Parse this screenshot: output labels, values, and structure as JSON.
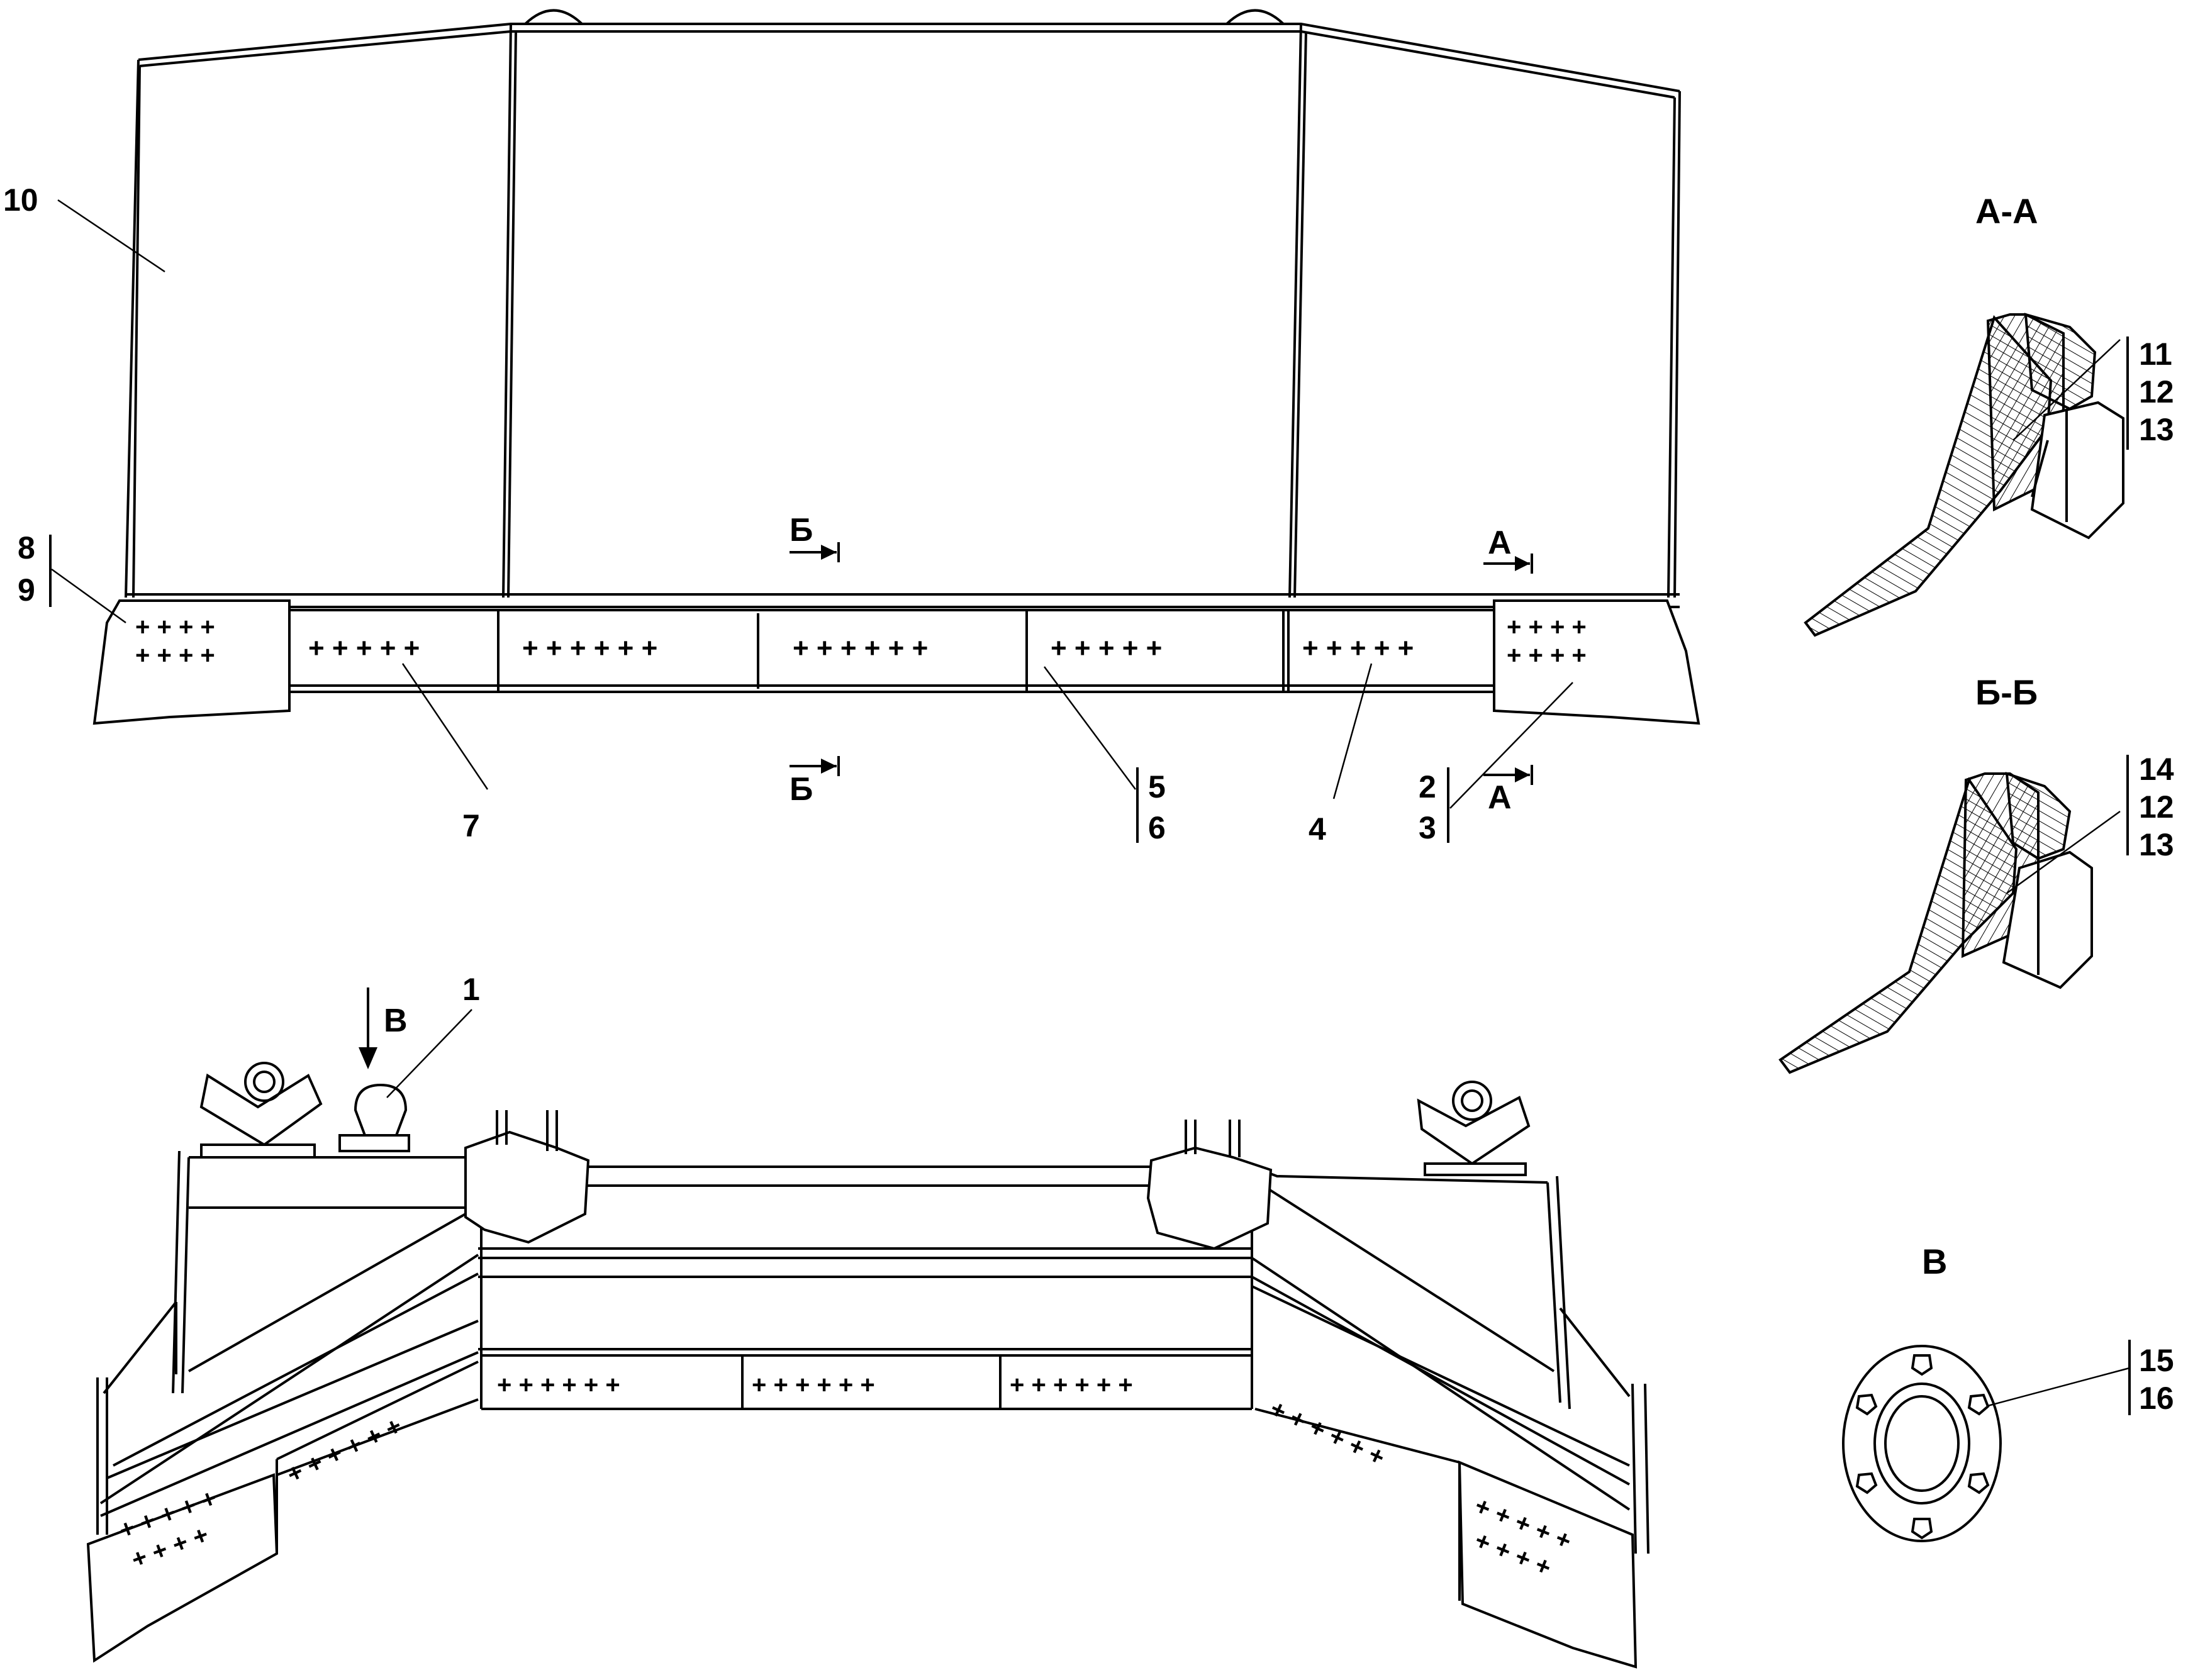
{
  "drawing": {
    "callouts": {
      "c10": "10",
      "c8": "8",
      "c9": "9",
      "c7": "7",
      "c5": "5",
      "c6": "6",
      "c4": "4",
      "c2": "2",
      "c3": "3",
      "c1": "1",
      "c11": "11",
      "c12a": "12",
      "c13a": "13",
      "c14": "14",
      "c12b": "12",
      "c13b": "13",
      "c15": "15",
      "c16": "16"
    },
    "section_marks": {
      "b_top": "Б",
      "b_bottom": "Б",
      "a_top": "А",
      "a_bottom": "А",
      "v_arrow": "В"
    },
    "view_titles": {
      "aa": "А-А",
      "bb": "Б-Б",
      "v": "В"
    }
  }
}
